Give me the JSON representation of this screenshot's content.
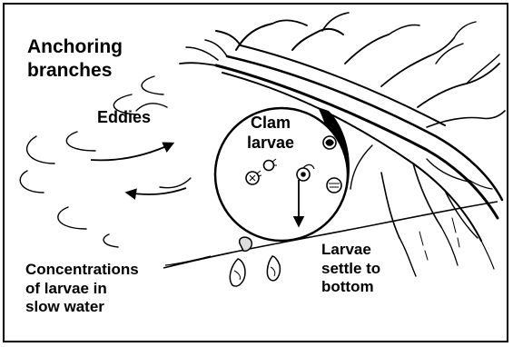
{
  "labels": {
    "anchoring": "Anchoring\nbranches",
    "eddies": "Eddies",
    "clam": "Clam\nlarvae",
    "settle": "Larvae\nsettle to\nbottom",
    "concentrations": "Concentrations\nof larvae in\nslow water"
  },
  "colors": {
    "ink": "#000000",
    "paper": "#ffffff"
  }
}
